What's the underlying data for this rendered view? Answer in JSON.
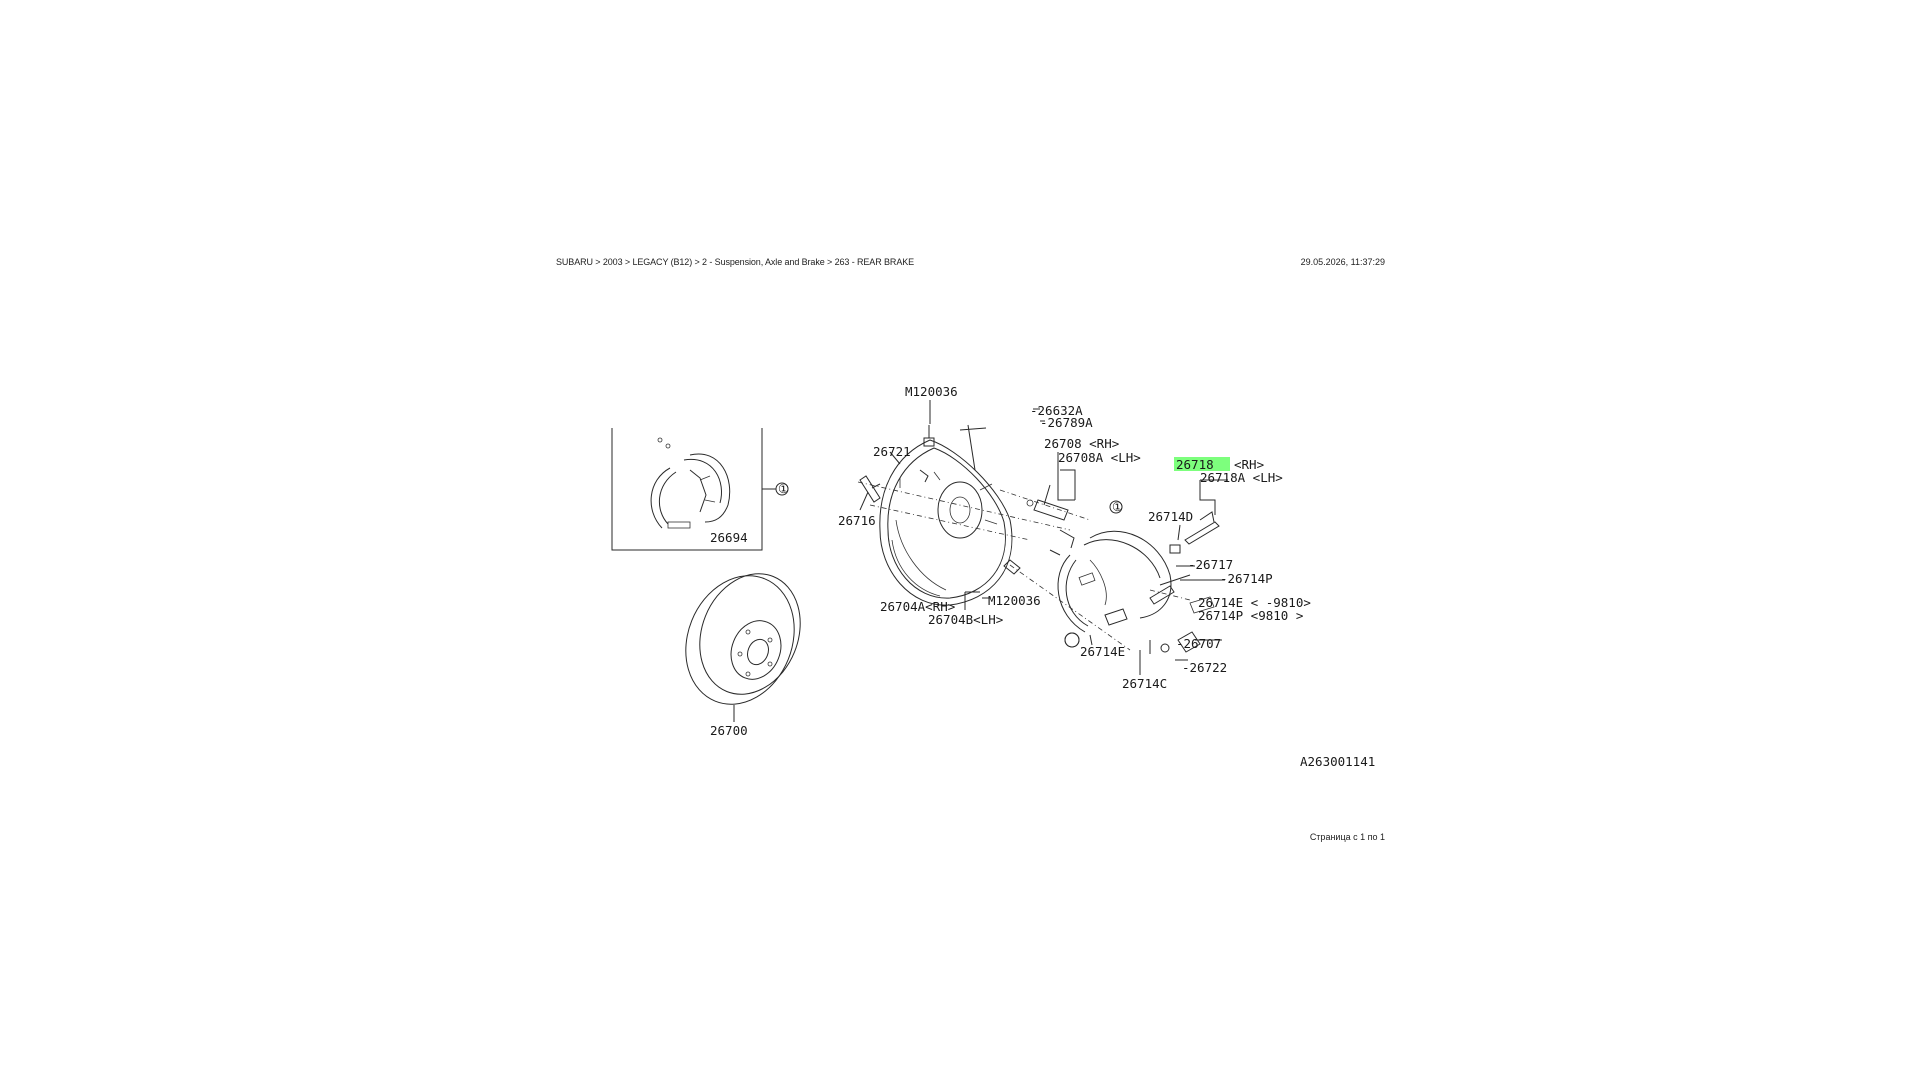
{
  "header": {
    "breadcrumb": "SUBARU > 2003 > LEGACY (B12) > 2 - Suspension, Axle and Brake > 263 - REAR BRAKE",
    "timestamp": "29.05.2026, 11:37:29"
  },
  "footer": {
    "page_info": "Страница с 1 по 1"
  },
  "diagram": {
    "highlight_color": "#7dff7d",
    "drawing_code": "A263001141",
    "callout_symbol": "①",
    "labels": {
      "m120036_top": "M120036",
      "p26632a": "-26632A",
      "p26789a": "-26789A",
      "p26708": "26708  <RH>",
      "p26708a": "26708A <LH>",
      "p26718": "26718",
      "p26718_side": "<RH>",
      "p26718a": "26718A <LH>",
      "p26721": "26721",
      "p26716": "26716",
      "p26714d": "26714D",
      "p26717": "-26717",
      "p26714p_top": "-26714P",
      "p26714e": "26714E <   -9810>",
      "p26714p_bottom": "26714P <9810    >",
      "p26694": "26694",
      "p26704a": "26704A<RH>",
      "p26704b": "26704B<LH>",
      "m120036_bottom": "M120036",
      "p26714e_bottom": "26714E",
      "p26707": "-26707",
      "p26722": "-26722",
      "p26714c": "26714C",
      "p26700": "26700"
    }
  }
}
